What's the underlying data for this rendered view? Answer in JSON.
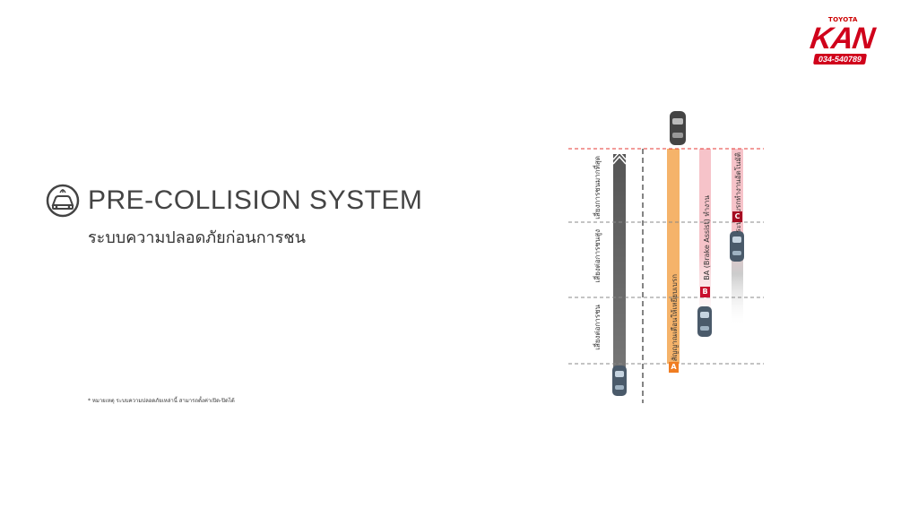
{
  "logo": {
    "brand": "TOYOTA",
    "name": "KAN",
    "phone": "034-540789"
  },
  "title": "PRE-COLLISION SYSTEM",
  "subtitle": "ระบบความปลอดภัยก่อนการชน",
  "footnote": "* หมายเหตุ ระบบความปลอดภัยเหล่านี้ สามารถตั้งค่าเปิด-ปิดได้",
  "zones": [
    {
      "label": "เสี่ยงการชนมากที่สุด"
    },
    {
      "label": "เสี่ยงต่อการชนสูง"
    },
    {
      "label": "เสี่ยงต่อการชน"
    }
  ],
  "stages": [
    {
      "badge": "A",
      "label": "สัญญาณเตือนให้เหยียบเบรก",
      "color": "#f0a04b"
    },
    {
      "badge": "B",
      "label": "BA (Brake Assist) ทำงาน",
      "color": "#c8102e"
    },
    {
      "badge": "C",
      "label": "ระบบเบรกทำงานอัตโนมัติ",
      "color": "#a50d22"
    }
  ],
  "colors": {
    "danger_line": "#e53935",
    "orange": "#f5b36a",
    "pink": "#f6c3c9",
    "road": "#666666"
  }
}
